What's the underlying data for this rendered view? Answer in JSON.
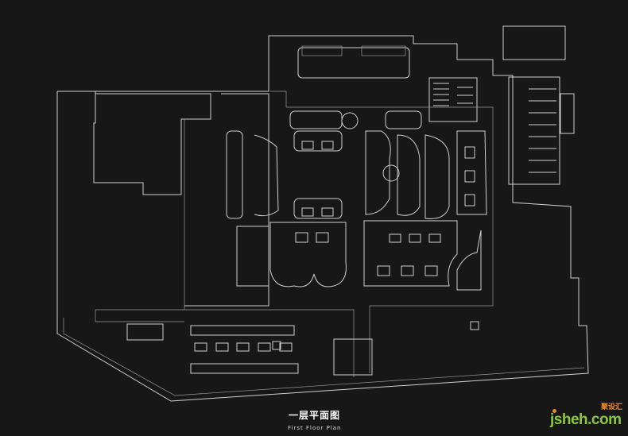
{
  "title": {
    "chinese": "一层平面图",
    "english": "First Floor Plan"
  },
  "logo": {
    "text": "jsheh.com",
    "chinese": "聚设汇"
  },
  "colors": {
    "background": "#171717",
    "lines": "#cfcfcf",
    "logo_green": "#8cc63f",
    "logo_orange": "#f08a24"
  }
}
